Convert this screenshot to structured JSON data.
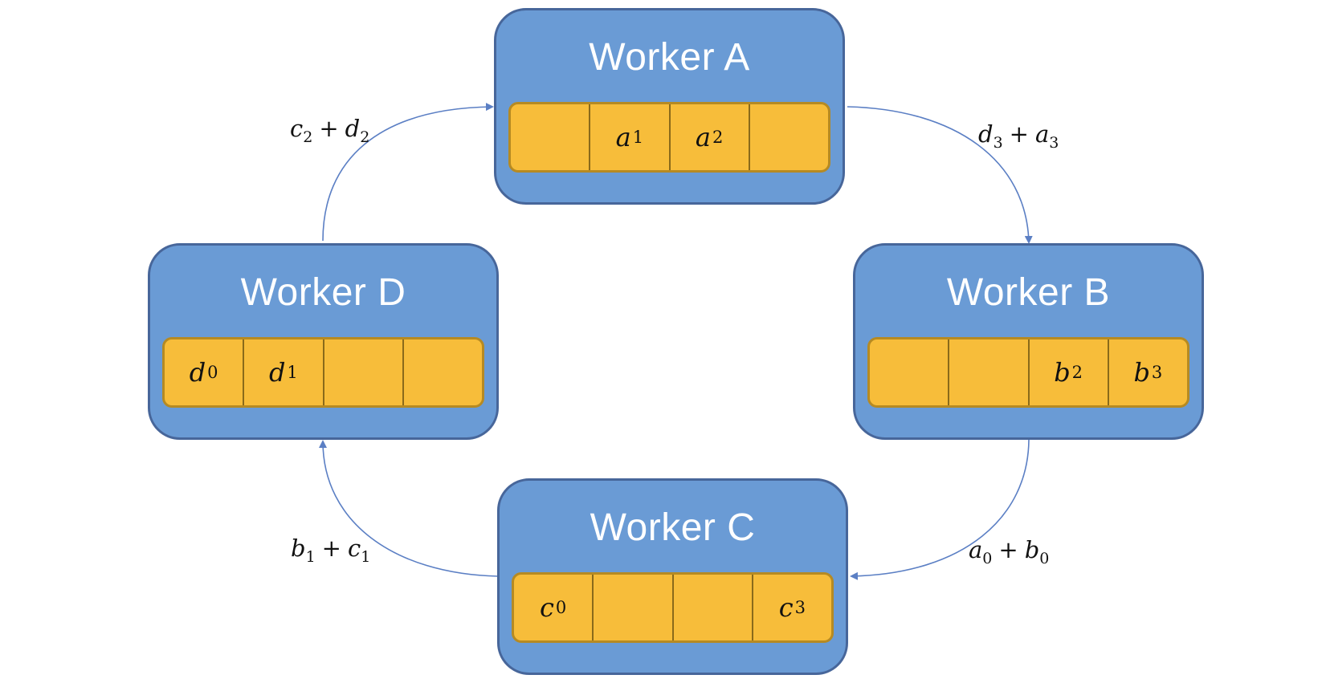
{
  "workers": [
    {
      "id": "A",
      "title": "Worker A",
      "cells": [
        {
          "var": "",
          "sub": ""
        },
        {
          "var": "a",
          "sub": "1"
        },
        {
          "var": "a",
          "sub": "2"
        },
        {
          "var": "",
          "sub": ""
        }
      ]
    },
    {
      "id": "B",
      "title": "Worker B",
      "cells": [
        {
          "var": "",
          "sub": ""
        },
        {
          "var": "",
          "sub": ""
        },
        {
          "var": "b",
          "sub": "2"
        },
        {
          "var": "b",
          "sub": "3"
        }
      ]
    },
    {
      "id": "C",
      "title": "Worker C",
      "cells": [
        {
          "var": "c",
          "sub": "0"
        },
        {
          "var": "",
          "sub": ""
        },
        {
          "var": "",
          "sub": ""
        },
        {
          "var": "c",
          "sub": "3"
        }
      ]
    },
    {
      "id": "D",
      "title": "Worker D",
      "cells": [
        {
          "var": "d",
          "sub": "0"
        },
        {
          "var": "d",
          "sub": "1"
        },
        {
          "var": "",
          "sub": ""
        },
        {
          "var": "",
          "sub": ""
        }
      ]
    }
  ],
  "edges": [
    {
      "from": "D",
      "to": "A",
      "label": {
        "t1": "c",
        "s1": "2",
        "op": "+",
        "t2": "d",
        "s2": "2"
      }
    },
    {
      "from": "A",
      "to": "B",
      "label": {
        "t1": "d",
        "s1": "3",
        "op": "+",
        "t2": "a",
        "s2": "3"
      }
    },
    {
      "from": "B",
      "to": "C",
      "label": {
        "t1": "a",
        "s1": "0",
        "op": "+",
        "t2": "b",
        "s2": "0"
      }
    },
    {
      "from": "C",
      "to": "D",
      "label": {
        "t1": "b",
        "s1": "1",
        "op": "+",
        "t2": "c",
        "s2": "1"
      }
    }
  ],
  "colors": {
    "worker_fill": "#6a9bd5",
    "worker_border": "#47669a",
    "cell_fill": "#f7bd3a",
    "cell_border": "#b68a22",
    "arrow": "#5b7fc4"
  }
}
